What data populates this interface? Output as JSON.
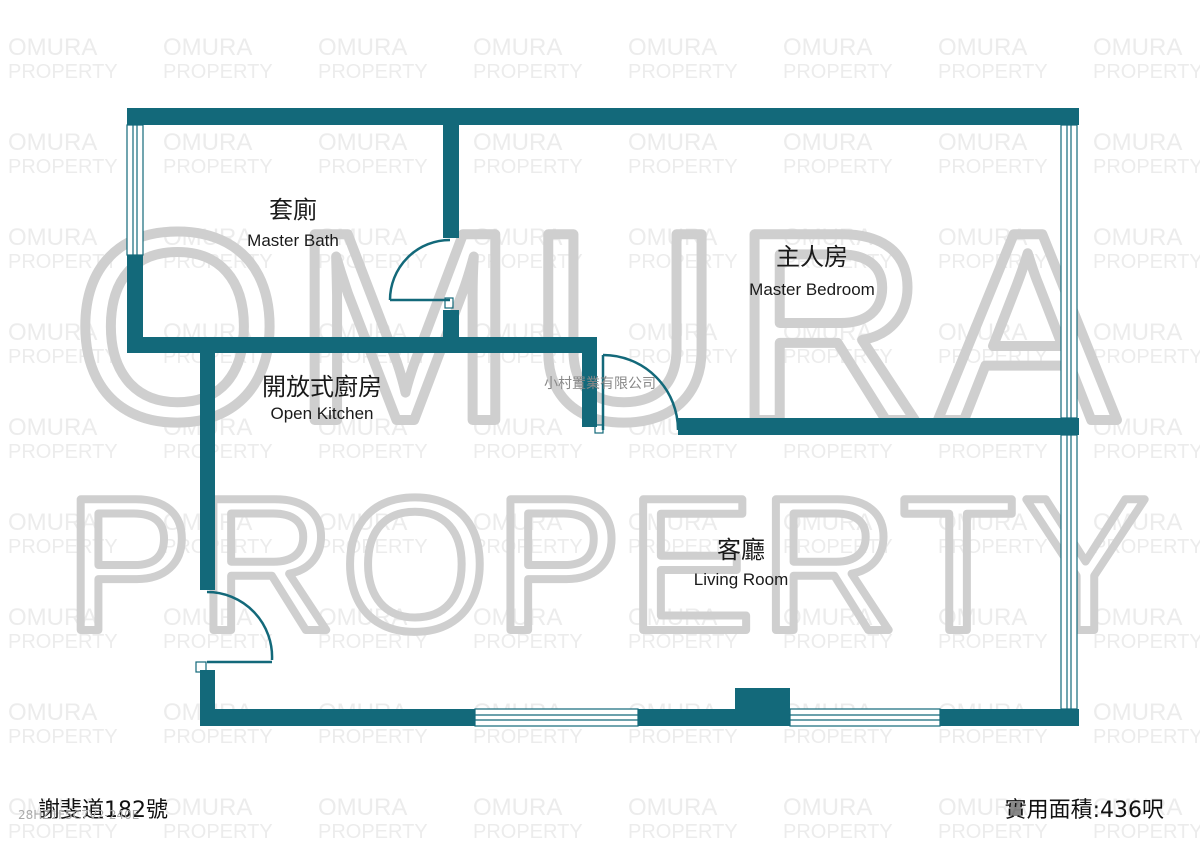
{
  "watermark": {
    "line1": "OMURA",
    "line2": "PROPERTY",
    "company": "小村置業有限公司"
  },
  "rooms": {
    "master_bath": {
      "zh": "套廁",
      "en": "Master Bath"
    },
    "master_bedroom": {
      "zh": "主人房",
      "en": "Master Bedroom"
    },
    "open_kitchen": {
      "zh": "開放式廚房",
      "en": "Open Kitchen"
    },
    "living_room": {
      "zh": "客廳",
      "en": "Living Room"
    }
  },
  "footer": {
    "address": "謝斐道182號",
    "area": "實用面積:436呎",
    "small_text": "28HZ1F5C7V2-240E"
  },
  "colors": {
    "wall": "#13697a",
    "watermark_big": "#c9c9c9",
    "watermark_small": "#ececec"
  }
}
